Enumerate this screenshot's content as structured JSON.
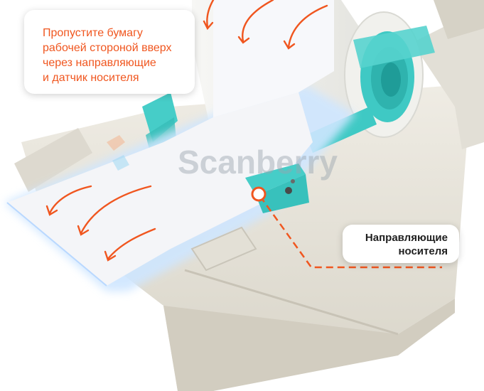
{
  "instruction_callout": {
    "lines": [
      "Пропустите бумагу",
      "рабочей стороной вверх",
      "через направляющие",
      "и датчик носителя"
    ]
  },
  "guides_callout": {
    "lines": [
      "Направляющие",
      "носителя"
    ]
  },
  "watermark": {
    "text": "Scanberry"
  },
  "colors": {
    "accent": "#f0561f",
    "printer_body": "#e9e6dc",
    "paper": "#f4f5f8",
    "paper_glow": "#cfe6ff",
    "guide_teal": "#3fc9c4"
  }
}
